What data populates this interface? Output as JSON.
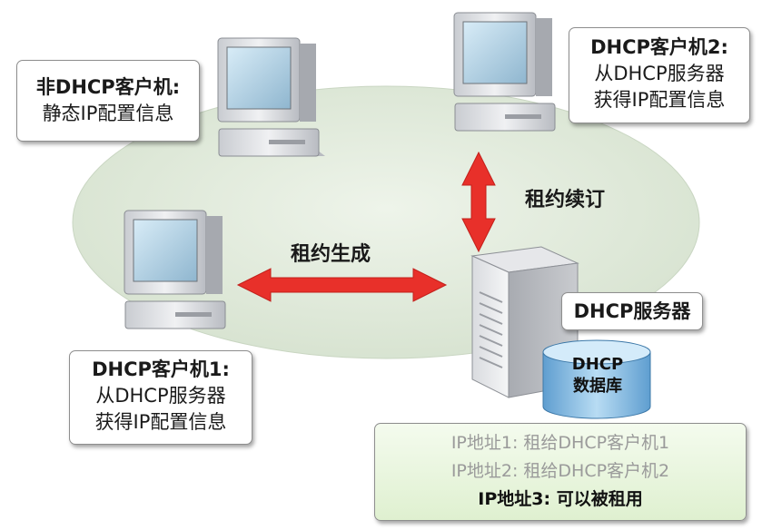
{
  "nodes": {
    "non_dhcp_client": {
      "title": "非DHCP客户机:",
      "desc": "静态IP配置信息"
    },
    "dhcp_client2": {
      "title": "DHCP客户机2:",
      "desc_line1": "从DHCP服务器",
      "desc_line2": "获得IP配置信息"
    },
    "dhcp_client1": {
      "title": "DHCP客户机1:",
      "desc_line1": "从DHCP服务器",
      "desc_line2": "获得IP配置信息"
    },
    "dhcp_server": {
      "title": "DHCP服务器"
    },
    "database": {
      "line1": "DHCP",
      "line2": "数据库"
    }
  },
  "edges": {
    "lease_generation": "租约生成",
    "lease_renewal": "租约续订"
  },
  "address_table": {
    "rows": [
      {
        "text": "IP地址1: 租给DHCP客户机1",
        "status": "leased"
      },
      {
        "text": "IP地址2: 租给DHCP客户机2",
        "status": "leased"
      },
      {
        "text": "IP地址3: 可以被租用",
        "status": "available"
      }
    ]
  },
  "colors": {
    "arrow": "#e8302a",
    "ellipse": "#e3ecdc",
    "info_bg": "#e5f3d8"
  }
}
